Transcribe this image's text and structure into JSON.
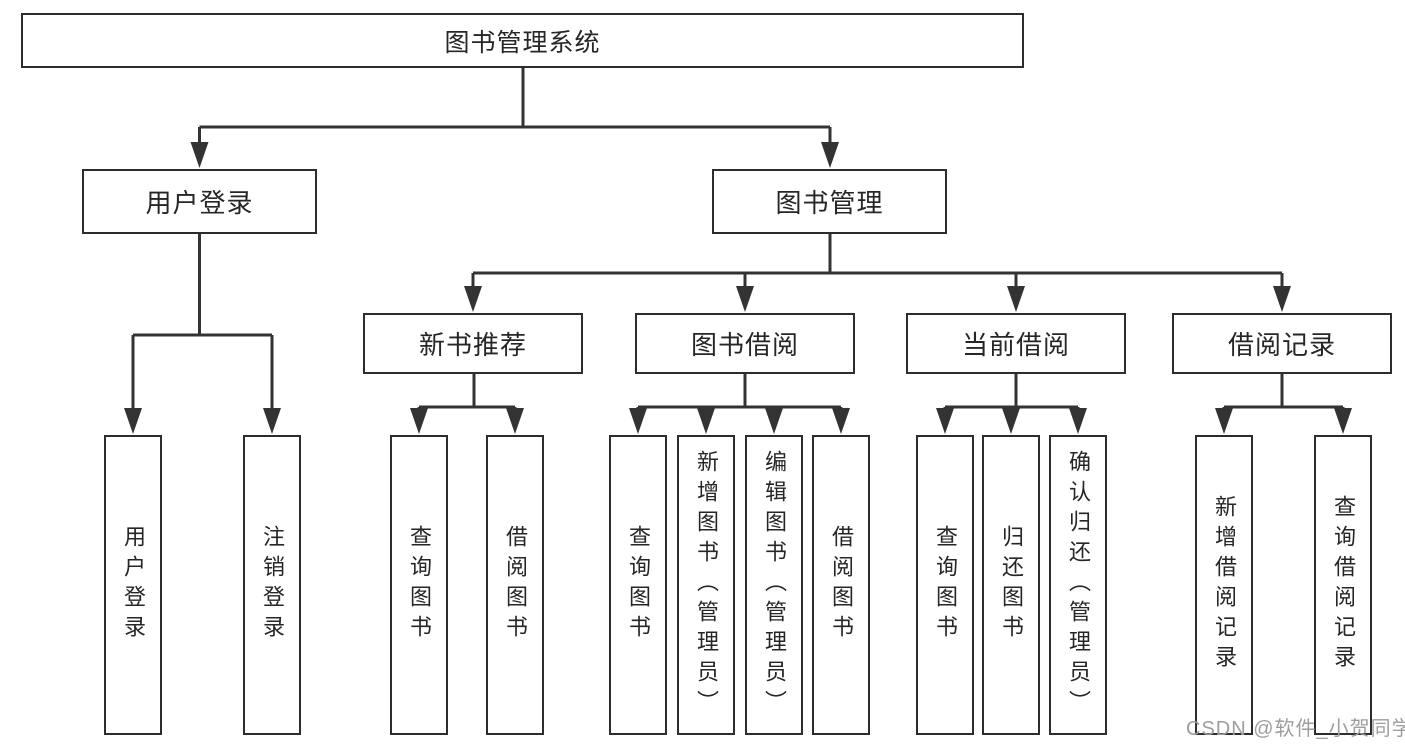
{
  "diagram": {
    "root": {
      "label": "图书管理系统"
    },
    "level2": [
      {
        "label": "用户登录"
      },
      {
        "label": "图书管理"
      }
    ],
    "level3": [
      {
        "label": "新书推荐"
      },
      {
        "label": "图书借阅"
      },
      {
        "label": "当前借阅"
      },
      {
        "label": "借阅记录"
      }
    ],
    "leaves": {
      "user_login": [
        {
          "label": "用户登录"
        },
        {
          "label": "注销登录"
        }
      ],
      "new_books": [
        {
          "label": "查询图书"
        },
        {
          "label": "借阅图书"
        }
      ],
      "book_borrow": [
        {
          "label": "查询图书"
        },
        {
          "label": "新增图书（管理员）"
        },
        {
          "label": "编辑图书（管理员）"
        },
        {
          "label": "借阅图书"
        }
      ],
      "current_borrow": [
        {
          "label": "查询图书"
        },
        {
          "label": "归还图书"
        },
        {
          "label": "确认归还（管理员）"
        }
      ],
      "borrow_records": [
        {
          "label": "新增借阅记录"
        },
        {
          "label": "查询借阅记录"
        }
      ]
    }
  },
  "watermark": {
    "text": "CSDN @软件_小贺同学"
  },
  "colors": {
    "line": "#333333",
    "box_border": "#2d2d2d",
    "text": "#262626",
    "watermark": "#9e9e9e",
    "background": "#ffffff"
  }
}
